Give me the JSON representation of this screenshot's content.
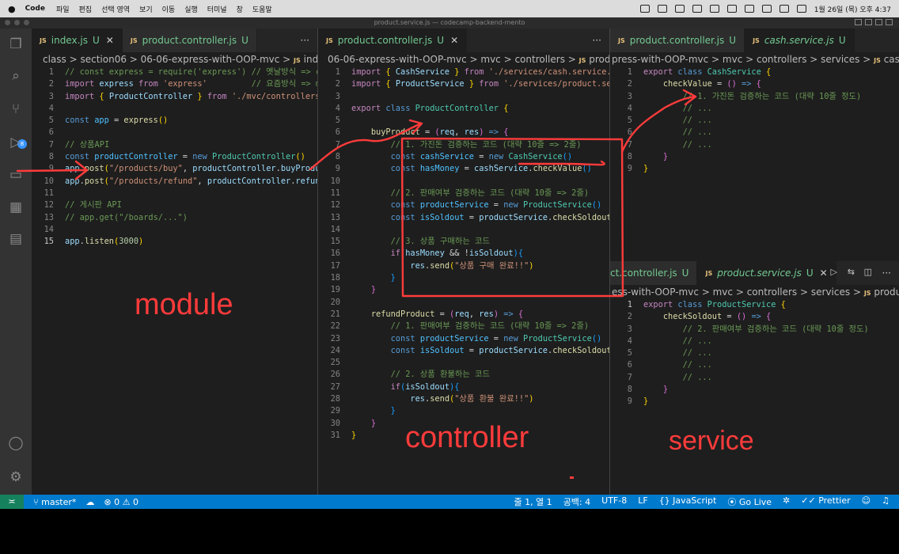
{
  "menubar": {
    "app": "Code",
    "menus": [
      "파일",
      "편집",
      "선택 영역",
      "보기",
      "이동",
      "실행",
      "터미널",
      "창",
      "도움말"
    ],
    "clock": "1월 26일 (목) 오후 4:37"
  },
  "window": {
    "title": "product.service.js — codecamp-backend-mento"
  },
  "activity": {
    "icons": [
      "files-icon",
      "search-icon",
      "source-control-icon",
      "run-debug-icon",
      "remote-explorer-icon",
      "extensions-icon",
      "docker-icon",
      "account-icon",
      "settings-gear-icon"
    ],
    "scm_badge": "8"
  },
  "pane1": {
    "tabs": [
      {
        "label": "index.js",
        "status": "U"
      },
      {
        "label": "product.controller.js",
        "status": "U"
      }
    ],
    "breadcrumb": [
      "class",
      "section06",
      "06-06-express-with-OOP-mvc",
      "index.js"
    ],
    "line_numbers": [
      "1",
      "2",
      "3",
      "4",
      "5",
      "6",
      "7",
      "8",
      "9",
      "10",
      "11",
      "12",
      "13",
      "14",
      "15"
    ]
  },
  "pane2": {
    "tabs": [
      {
        "label": "product.controller.js",
        "status": "U"
      }
    ],
    "breadcrumb": [
      "06-06-express-with-OOP-mvc",
      "mvc",
      "controllers",
      "product.con"
    ],
    "line_numbers": [
      "1",
      "2",
      "3",
      "4",
      "5",
      "6",
      "7",
      "8",
      "9",
      "10",
      "11",
      "12",
      "13",
      "14",
      "15",
      "16",
      "17",
      "18",
      "19",
      "20",
      "21",
      "22",
      "23",
      "24",
      "25",
      "26",
      "27",
      "28",
      "29",
      "30",
      "31"
    ]
  },
  "pane3": {
    "tabs": [
      {
        "label": "product.controller.js",
        "status": "U"
      },
      {
        "label": "cash.service.js",
        "status": "U"
      }
    ],
    "breadcrumb": [
      "press-with-OOP-mvc",
      "mvc",
      "controllers",
      "services",
      "cash.servic"
    ],
    "line_numbers": [
      "1",
      "2",
      "3",
      "4",
      "5",
      "6",
      "7",
      "8",
      "9"
    ]
  },
  "pane4": {
    "tabs": [
      {
        "label": "ct.controller.js",
        "status": "U"
      },
      {
        "label": "product.service.js",
        "status": "U"
      }
    ],
    "breadcrumb": [
      "ess-with-OOP-mvc",
      "mvc",
      "controllers",
      "services",
      "product.servic"
    ],
    "line_numbers": [
      "1",
      "2",
      "3",
      "4",
      "5",
      "6",
      "7",
      "8",
      "9"
    ]
  },
  "statusbar": {
    "branch": "master*",
    "problems": "⊗ 0 ⚠ 0",
    "position": "줄 1, 열 1",
    "spaces": "공백: 4",
    "encoding": "UTF-8",
    "eol": "LF",
    "language": "{} JavaScript",
    "golive": "Go Live",
    "prettier": "✓✓ Prettier"
  },
  "annotations": {
    "module": "module",
    "controller": "controller",
    "service": "service"
  },
  "colors": {
    "annotation": "#ff3b3b",
    "statusbar": "#007acc",
    "editor_bg": "#1e1e1e"
  }
}
